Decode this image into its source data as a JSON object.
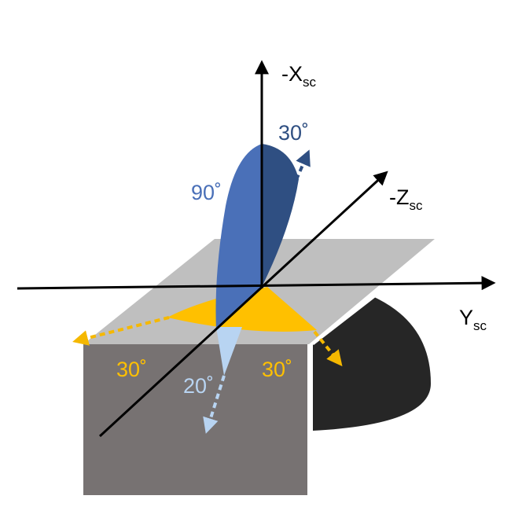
{
  "axes": {
    "x": {
      "prefix": "-X",
      "sub": "sc"
    },
    "y": {
      "prefix": "Y",
      "sub": "sc"
    },
    "z": {
      "prefix": "-Z",
      "sub": "sc"
    }
  },
  "angles": {
    "blue_tilt": "30˚",
    "blue_cone": "90˚",
    "light_blue": "20˚",
    "yellow_left": "30˚",
    "yellow_right": "30˚"
  },
  "colors": {
    "blue_light_face": "#4a70b8",
    "blue_dark_face": "#2f4f82",
    "light_blue": "#b8d4f2",
    "yellow": "#ffc000",
    "yellow_arrow": "#f5b800",
    "plane": "#bfbfbf",
    "box": "#777272",
    "dark_shape": "#262626",
    "axis": "#000000"
  }
}
